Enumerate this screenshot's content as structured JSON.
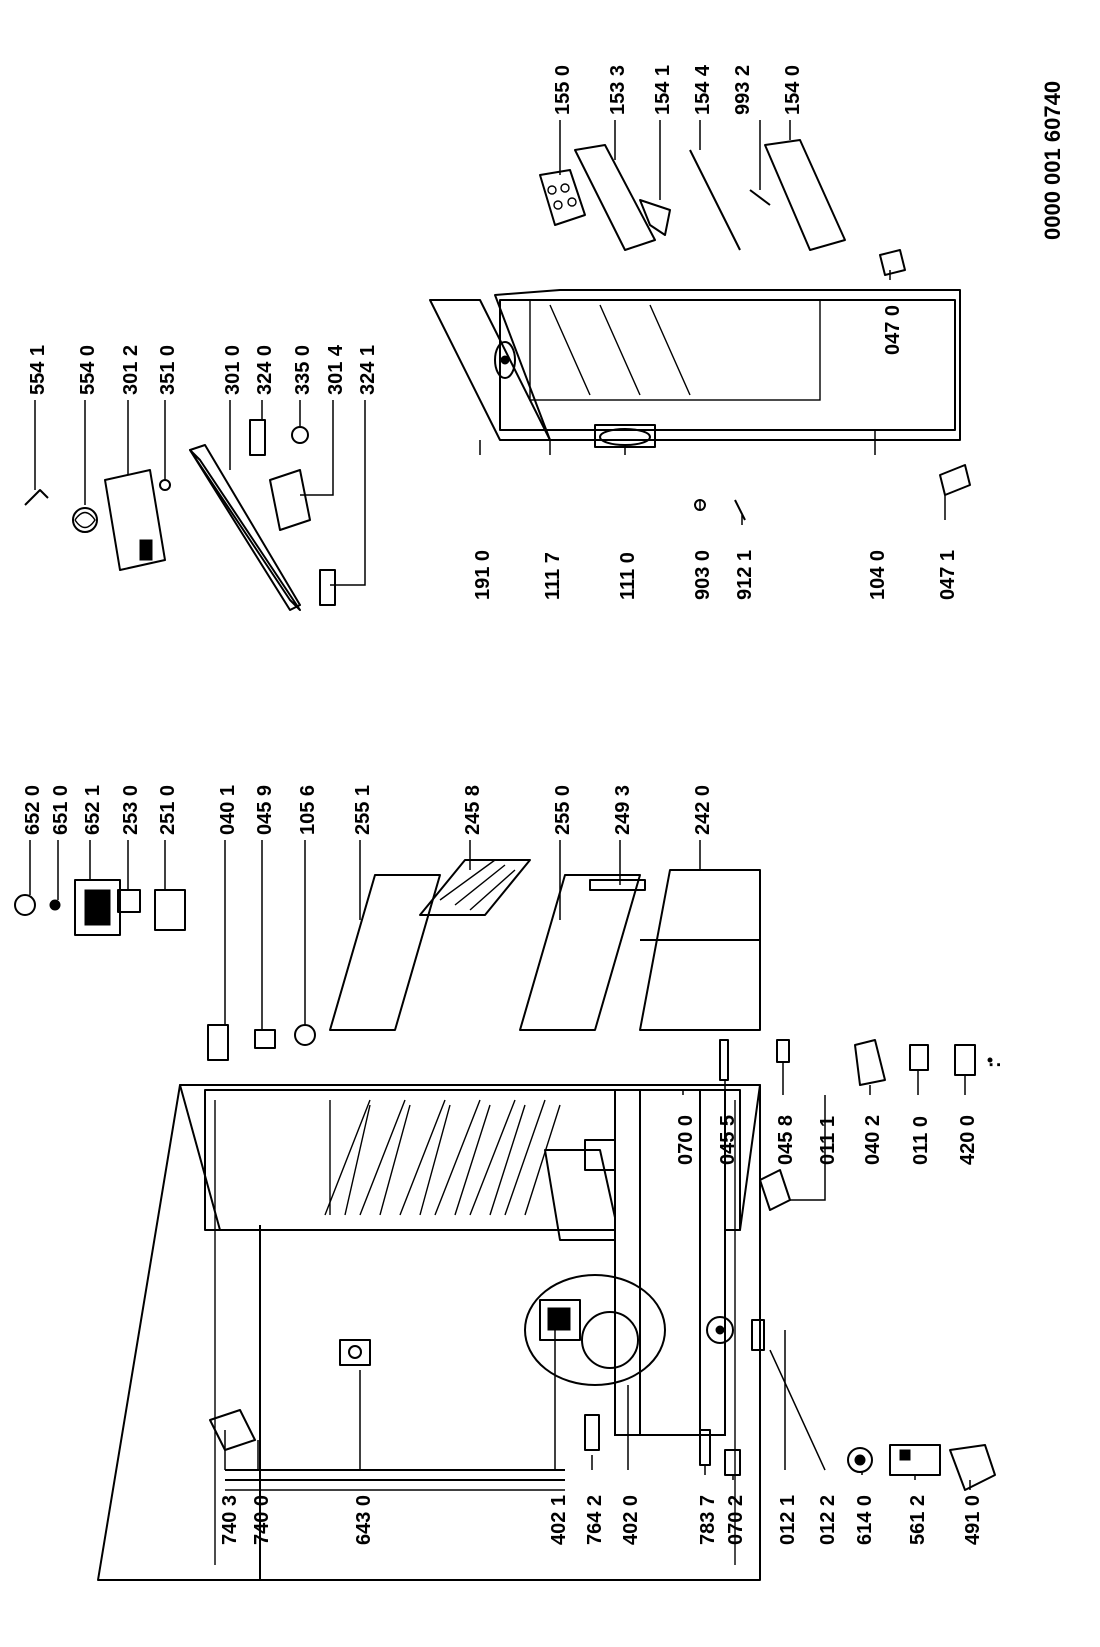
{
  "document_number": "0000 001 60740",
  "left_column_labels": [
    "740 3",
    "740 0",
    "643 0",
    "402 1",
    "764 2",
    "402 0",
    "783 7",
    "070 2",
    "012 1",
    "012 2",
    "614 0",
    "561 2",
    "491 0"
  ],
  "middle_column_labels": [
    "070 0",
    "045 5",
    "045 8",
    "011 1",
    "040 2",
    "011 0",
    "420 0"
  ],
  "upper_group_labels": [
    "652 0",
    "651 0",
    "652 1",
    "253 0",
    "251 0",
    "040 1",
    "045 9",
    "105 6",
    "255 1",
    "245 8",
    "255 0",
    "249 3",
    "242 0"
  ],
  "door_group_labels": [
    "191 0",
    "111 7",
    "111 0",
    "903 0",
    "912 1",
    "104 0",
    "047 1"
  ],
  "right_top_labels": [
    "554 1",
    "554 0",
    "301 2",
    "351 0",
    "301 0",
    "324 0",
    "335 0",
    "301 4",
    "324 1"
  ],
  "door_shelf_labels": [
    "155 0",
    "153 3",
    "154 1",
    "154 4",
    "993 2",
    "154 0",
    "047 0"
  ],
  "small_mark": ":"
}
